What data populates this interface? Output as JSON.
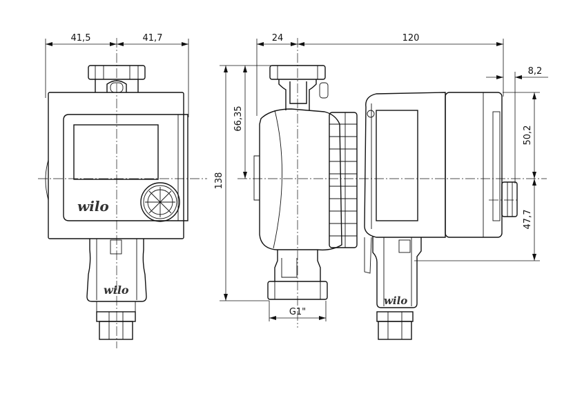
{
  "dimensions": {
    "front_left_half": "41,5",
    "front_right_half": "41,7",
    "side_inlet_offset": "24",
    "side_overall_length": "120",
    "side_display_depth": "8,2",
    "height_to_axis": "66,35",
    "overall_height": "138",
    "upper_height": "50,2",
    "lower_height": "47,7",
    "thread_size": "G1\""
  },
  "logos": {
    "front_panel": "wilo",
    "front_box": "wilo",
    "side_box": "wilo"
  }
}
